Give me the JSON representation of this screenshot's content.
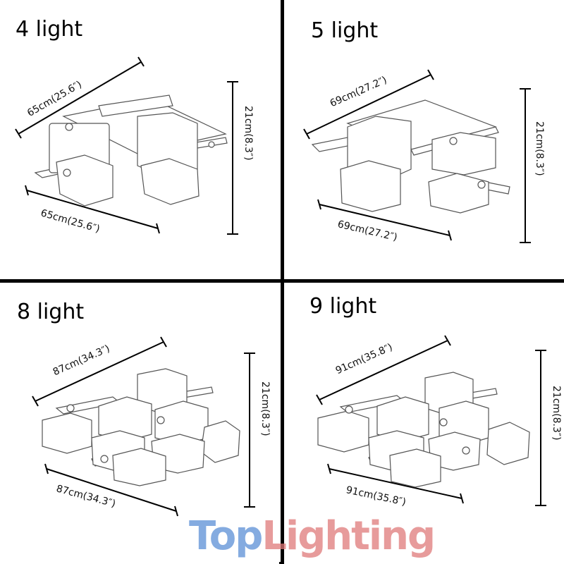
{
  "panels": [
    {
      "title": "4 light",
      "top_dim": "65cm(25.6″)",
      "bottom_dim": "65cm(25.6″)",
      "height_dim": "21cm(8.3″)"
    },
    {
      "title": "5 light",
      "top_dim": "69cm(27.2″)",
      "bottom_dim": "69cm(27.2″)",
      "height_dim": "21cm(8.3″)"
    },
    {
      "title": "8 light",
      "top_dim": "87cm(34.3″)",
      "bottom_dim": "87cm(34.3″)",
      "height_dim": "21cm(8.3″)"
    },
    {
      "title": "9 light",
      "top_dim": "91cm(35.8″)",
      "bottom_dim": "91cm(35.8″)",
      "height_dim": "21cm(8.3″)"
    }
  ],
  "brand": {
    "part1": "Top",
    "part2": "Lighting"
  },
  "colors": {
    "divider": "#000000",
    "sketch": "#444444",
    "brand_blue": "#5b8fd6",
    "brand_red": "#e07a7a"
  }
}
